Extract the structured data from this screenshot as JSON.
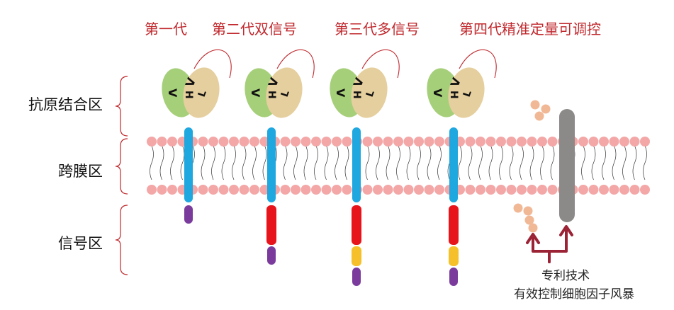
{
  "generations": [
    {
      "label": "第一代",
      "domains": []
    },
    {
      "label": "第二代双信号",
      "domains": [
        "costim"
      ]
    },
    {
      "label": "第三代多信号",
      "domains": [
        "costim",
        "costim2"
      ]
    },
    {
      "label": "第四代精准定量可调控",
      "domains": [
        "costim",
        "costim2"
      ]
    }
  ],
  "regions": [
    {
      "label": "抗原结合区"
    },
    {
      "label": "跨膜区"
    },
    {
      "label": "信号区"
    }
  ],
  "scfv": {
    "vh_letters": "VH",
    "vl_letters": "VL"
  },
  "patent": {
    "line1": "专利技术",
    "line2": "有效控制细胞因子风暴"
  },
  "colors": {
    "title_red": "#c0282d",
    "bracket_red": "#c0282d",
    "lipid_pink": "#f4a7a7",
    "vh_green": "#a6cf7a",
    "vl_tan": "#e6cf9e",
    "transmembrane_blue": "#1fa7e0",
    "costim_red": "#e8141b",
    "costim2_yellow": "#f5c02a",
    "cd3z_purple": "#7a3b9c",
    "switch_gray": "#8c8a88",
    "arrow_red": "#9b2335",
    "cytokine_peach": "#f1b896"
  }
}
